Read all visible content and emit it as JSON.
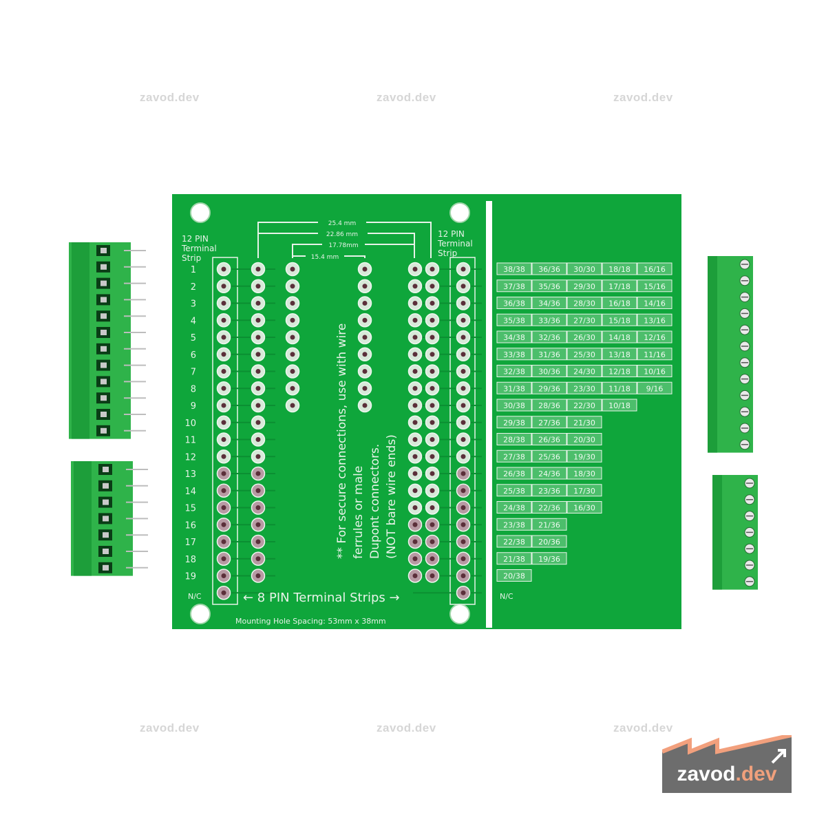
{
  "watermark": "zavod.dev",
  "logo": {
    "name": "zavod",
    "suffix": ".dev",
    "colors": {
      "bg": "#6d6d6d",
      "accent": "#f2a07d"
    }
  },
  "board": {
    "colors": {
      "pcb": "#0fa63b",
      "pcb_dark": "#0b8f32",
      "silk": "#e8f3e9",
      "pad": "#b79aa3",
      "terminal": "#2fb34a"
    },
    "dims": {
      "d1": "25.4 mm",
      "d2": "22.86 mm",
      "d3": "17.78mm",
      "d4": "15.4 mm"
    },
    "strip_left_label": [
      "12 PIN",
      "Terminal",
      "Strip"
    ],
    "strip_right_label": [
      "12 PIN",
      "Terminal",
      "Strip"
    ],
    "pin_numbers": [
      "1",
      "2",
      "3",
      "4",
      "5",
      "6",
      "7",
      "8",
      "9",
      "10",
      "11",
      "12",
      "13",
      "14",
      "15",
      "16",
      "17",
      "18",
      "19"
    ],
    "nc": "N/C",
    "nc_right": "N/C",
    "note_lines": [
      "** For secure connections, use with wire",
      "ferrules or male",
      "Dupont connectors.",
      "(NOT bare wire ends)"
    ],
    "terminal_strips_label": "← 8 PIN Terminal Strips →",
    "mounting_label": "Mounting Hole Spacing: 53mm x 38mm",
    "table_rows": [
      [
        "38/38",
        "36/36",
        "30/30",
        "18/18",
        "16/16"
      ],
      [
        "37/38",
        "35/36",
        "29/30",
        "17/18",
        "15/16"
      ],
      [
        "36/38",
        "34/36",
        "28/30",
        "16/18",
        "14/16"
      ],
      [
        "35/38",
        "33/36",
        "27/30",
        "15/18",
        "13/16"
      ],
      [
        "34/38",
        "32/36",
        "26/30",
        "14/18",
        "12/16"
      ],
      [
        "33/38",
        "31/36",
        "25/30",
        "13/18",
        "11/16"
      ],
      [
        "32/38",
        "30/36",
        "24/30",
        "12/18",
        "10/16"
      ],
      [
        "31/38",
        "29/36",
        "23/30",
        "11/18",
        "9/16"
      ],
      [
        "30/38",
        "28/36",
        "22/30",
        "10/18"
      ],
      [
        "29/38",
        "27/36",
        "21/30"
      ],
      [
        "28/38",
        "26/36",
        "20/30"
      ],
      [
        "27/38",
        "25/36",
        "19/30"
      ],
      [
        "26/38",
        "24/36",
        "18/30"
      ],
      [
        "25/38",
        "23/36",
        "17/30"
      ],
      [
        "24/38",
        "22/36",
        "16/30"
      ],
      [
        "23/38",
        "21/36"
      ],
      [
        "22/38",
        "20/36"
      ],
      [
        "21/38",
        "19/36"
      ],
      [
        "20/38"
      ]
    ]
  }
}
